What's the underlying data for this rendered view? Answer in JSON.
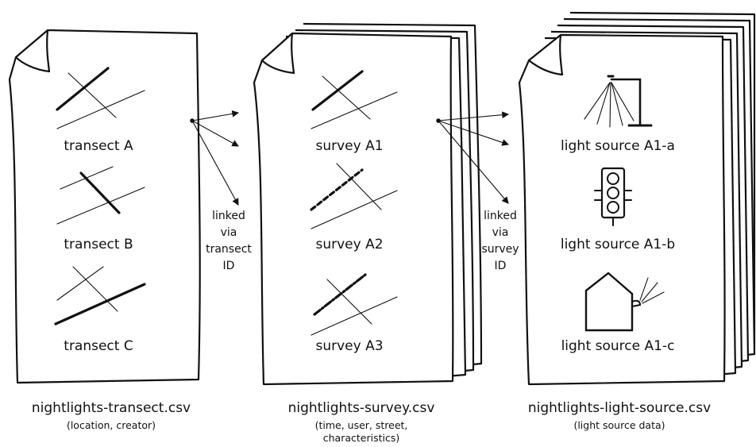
{
  "files": [
    {
      "caption": "nightlights-transect.csv",
      "subcaption": "(location, creator)",
      "items": [
        "transect A",
        "transect B",
        "transect C"
      ]
    },
    {
      "caption": "nightlights-survey.csv",
      "subcaption_line1": "(time, user, street,",
      "subcaption_line2": "characteristics)",
      "items": [
        "survey A1",
        "survey A2",
        "survey A3"
      ]
    },
    {
      "caption": "nightlights-light-source.csv",
      "subcaption": "(light source data)",
      "items": [
        "light source A1-a",
        "light source A1-b",
        "light source A1-c"
      ]
    }
  ],
  "links": [
    {
      "lines": [
        "linked",
        "via",
        "transect",
        "ID"
      ]
    },
    {
      "lines": [
        "linked",
        "via",
        "survey",
        "ID"
      ]
    }
  ],
  "icons": [
    "street-lamp-icon",
    "traffic-light-icon",
    "house-light-icon"
  ]
}
